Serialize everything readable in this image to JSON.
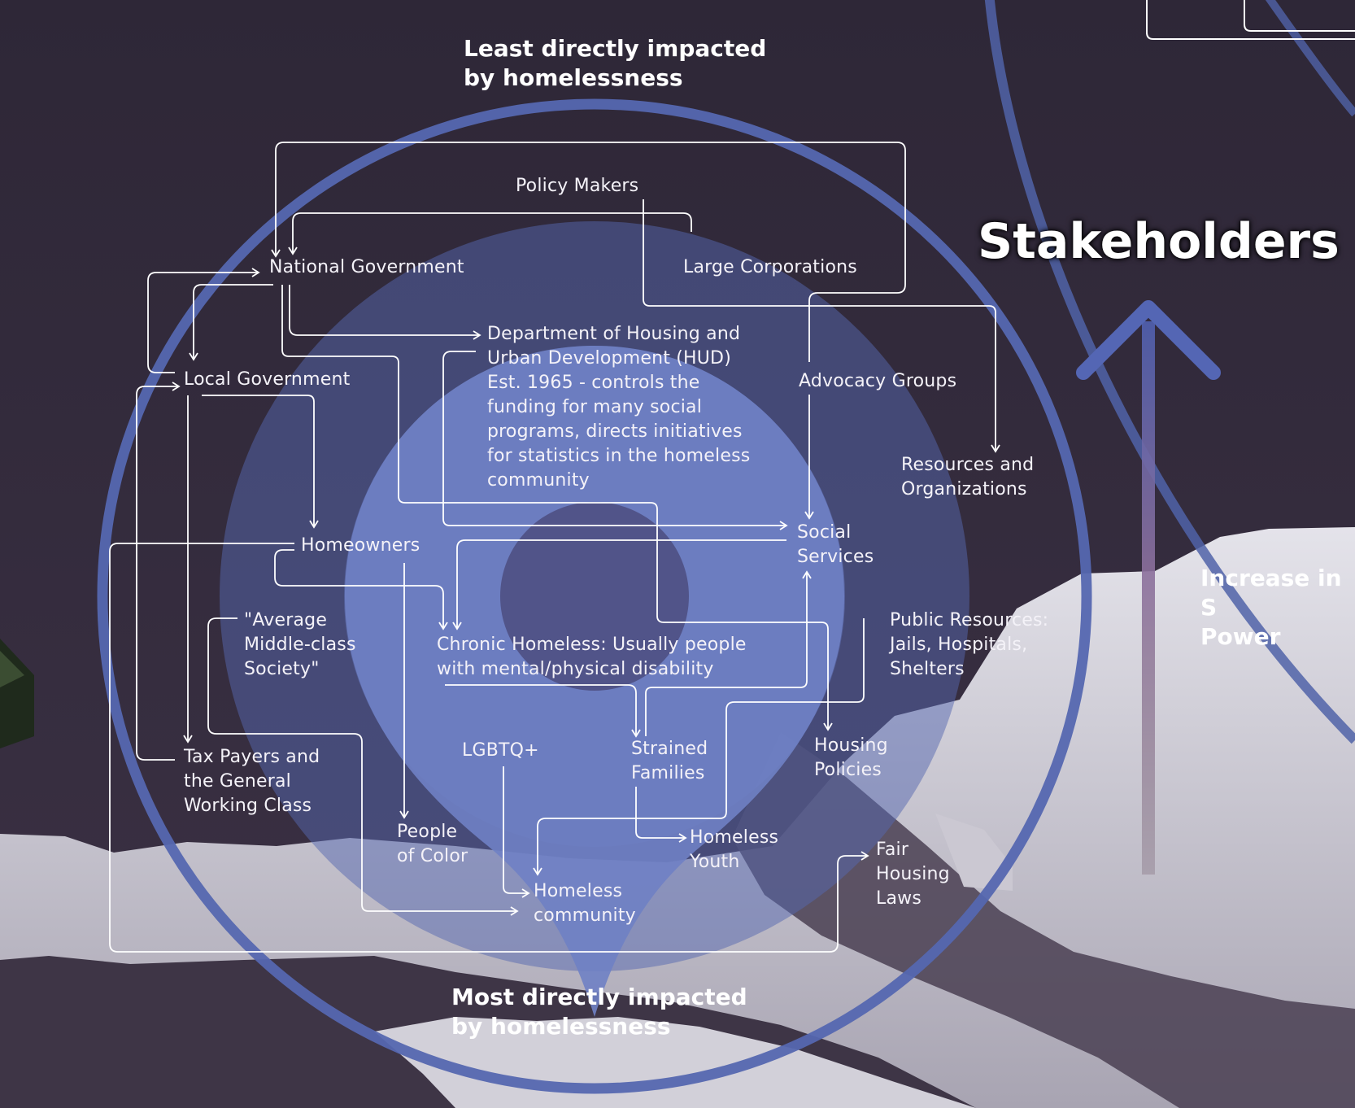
{
  "title": "Stakeholders",
  "power_label": "Increase in S\nPower",
  "top_label": "Least directly impacted\nby homelessness",
  "bottom_label": "Most directly impacted\nby homelessness",
  "nodes": {
    "policy_makers": "Policy Makers",
    "national_government": "National Government",
    "large_corporations": "Large Corporations",
    "hud": "Department of Housing and\nUrban Development (HUD)\nEst. 1965 - controls the\nfunding for many social\nprograms, directs initiatives\nfor statistics in the homeless\ncommunity",
    "local_government": "Local Government",
    "advocacy_groups": "Advocacy Groups",
    "resources_orgs": "Resources and\nOrganizations",
    "social_services": "Social\nServices",
    "homeowners": "Homeowners",
    "middle_class": "\"Average\nMiddle-class\nSociety\"",
    "chronic_homeless": "Chronic Homeless: Usually people\nwith mental/physical disability",
    "public_resources": "Public Resources:\nJails, Hospitals,\nShelters",
    "tax_payers": "Tax Payers and\nthe General\nWorking Class",
    "lgbtq": "LGBTQ+",
    "strained_families": "Strained\nFamilies",
    "housing_policies": "Housing\nPolicies",
    "people_of_color": "People\nof Color",
    "homeless_youth": "Homeless\nYouth",
    "fair_housing_laws": "Fair\nHousing\nLaws",
    "homeless_community": "Homeless\ncommunity"
  },
  "colors": {
    "background": "#2f2839",
    "ring": "#5567b0",
    "pin": "#6e80c2",
    "link": "#ffffff"
  },
  "icons": [
    "map-pin-icon",
    "up-arrow-icon"
  ]
}
